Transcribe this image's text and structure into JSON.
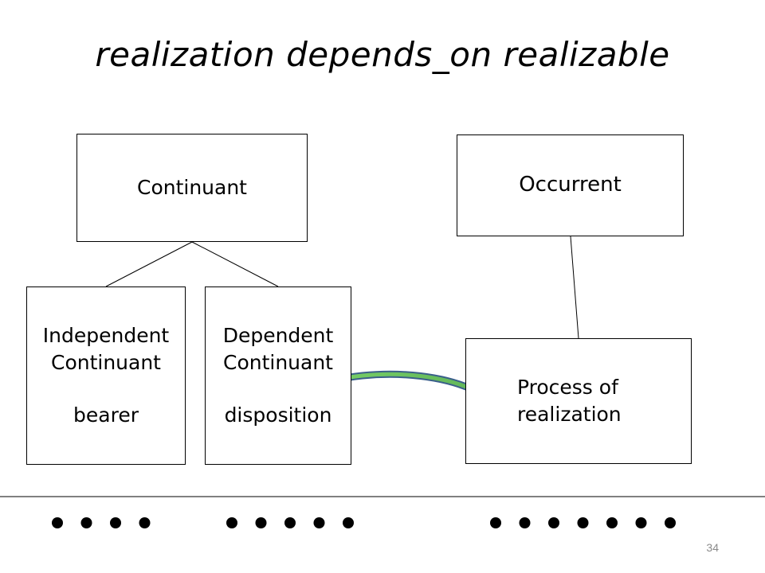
{
  "title": "realization depends_on realizable",
  "boxes": {
    "continuant": "Continuant",
    "occurrent": "Occurrent",
    "independent": {
      "line1": "Independent",
      "line2": "Continuant",
      "line3": "bearer"
    },
    "dependent": {
      "line1": "Dependent",
      "line2": "Continuant",
      "line3": "disposition"
    },
    "process": {
      "line1": "Process of",
      "line2": "realization"
    }
  },
  "dot_groups": [
    4,
    5,
    7
  ],
  "page_number": "34",
  "colors": {
    "arrow_stroke": "#3a5f8a",
    "arrow_head": "#7bd36a"
  }
}
